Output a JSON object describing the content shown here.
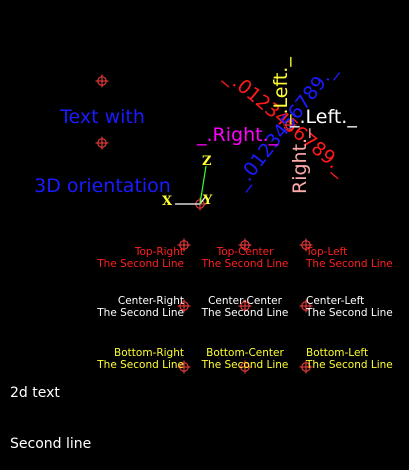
{
  "title": {
    "line1": "Text with",
    "line2": "3D orientation",
    "color": "#1b1bff"
  },
  "label_3d": {
    "right": "_.Right._",
    "left": "_.Left._",
    "rot_left": "_.Left._",
    "rot_right": "Right._",
    "digits_red": "_.0123456789._",
    "digits_blue": "_.0123456789._"
  },
  "axes": {
    "x": "X",
    "y": "Y",
    "z": "Z"
  },
  "grid_labels": [
    {
      "line1": "Top-Right",
      "line2": "The Second Line",
      "color": "#ff2020"
    },
    {
      "line1": "Top-Center",
      "line2": "The Second Line",
      "color": "#ff2020"
    },
    {
      "line1": "Top-Left",
      "line2": "The Second Line",
      "color": "#ff2020"
    },
    {
      "line1": "Center-Right",
      "line2": "The Second Line",
      "color": "#ffffff"
    },
    {
      "line1": "Center-Center",
      "line2": "The Second Line",
      "color": "#ffffff"
    },
    {
      "line1": "Center-Left",
      "line2": "The Second Line",
      "color": "#ffffff"
    },
    {
      "line1": "Bottom-Right",
      "line2": "The Second Line",
      "color": "#ffff33"
    },
    {
      "line1": "Bottom-Center",
      "line2": "The Second Line",
      "color": "#ffff33"
    },
    {
      "line1": "Bottom-Left",
      "line2": "The Second Line",
      "color": "#ffff33"
    }
  ],
  "text_2d": {
    "line1": "2d text",
    "line2": "Second line"
  },
  "colors": {
    "background": "#000000",
    "marker": "#ff4040",
    "magenta": "#ff00ff",
    "pink": "#ffaaaa",
    "yellow_axis": "#ffff33"
  }
}
